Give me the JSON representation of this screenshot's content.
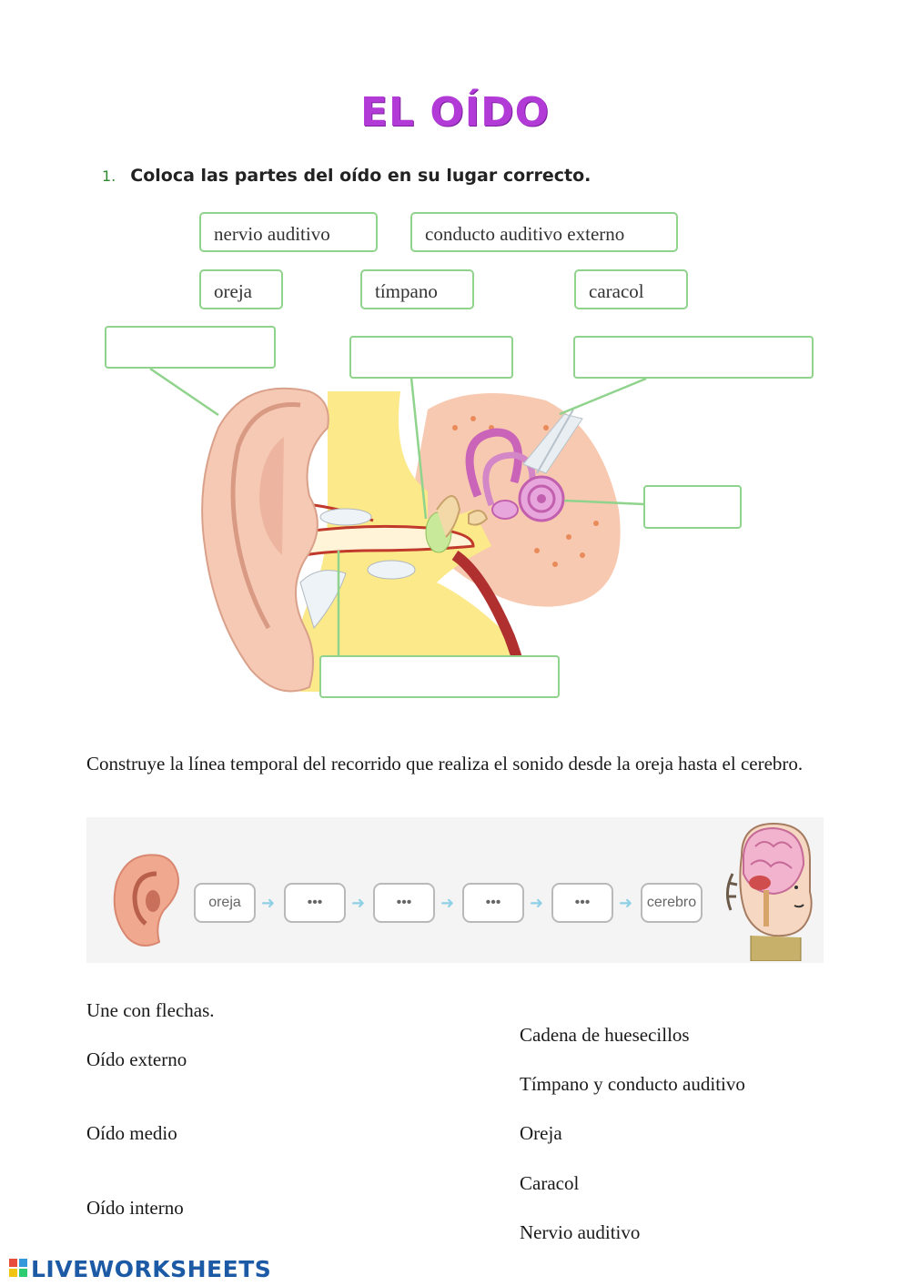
{
  "title": "EL OÍDO",
  "exercise1": {
    "number": "1.",
    "instruction": "Coloca las partes del oído en su lugar correcto.",
    "word_bank": [
      "nervio auditivo",
      "conducto auditivo externo",
      "oreja",
      "tímpano",
      "caracol"
    ]
  },
  "exercise2": {
    "instruction": "Construye la línea temporal del recorrido que realiza el sonido desde la oreja hasta el cerebro.",
    "timeline": {
      "start_label": "oreja",
      "placeholder": "•••",
      "end_label": "cerebro"
    }
  },
  "exercise3": {
    "instruction": "Une con flechas.",
    "left_items": [
      "Oído externo",
      "Oído medio",
      "Oído interno"
    ],
    "right_items": [
      "Cadena de huesecillos",
      "Tímpano y conducto auditivo",
      "Oreja",
      "Caracol",
      "Nervio auditivo"
    ]
  },
  "footer": {
    "brand": "LIVEWORKSHEETS",
    "logo_icon": "liveworksheets-logo-icon"
  },
  "colors": {
    "title": "#b23ad6",
    "box_border": "#8fd38c",
    "brand": "#1c5aa6"
  }
}
